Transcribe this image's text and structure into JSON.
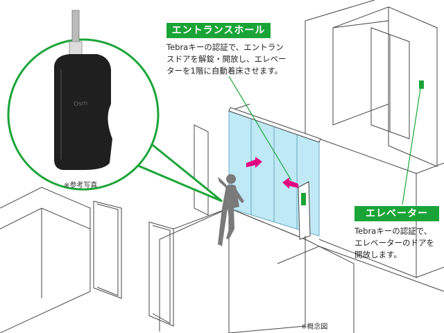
{
  "entrance": {
    "title": "エントランスホール",
    "desc_lines": [
      "Tebraキーの認証で、エントラン",
      "スドアを解錠・開放し、エレベー",
      "ターを1階に自動着床させます。"
    ]
  },
  "elevator": {
    "title": "エレベーター",
    "desc_lines": [
      "Tebraキーの認証で、",
      "エレベーターのドアを",
      "開放します。"
    ]
  },
  "photo": {
    "caption": "※参考写真",
    "key_brand": "Osm"
  },
  "note": "※概念図",
  "colors": {
    "label_green": "#1aa437",
    "glass_cyan": "#bfe9f5",
    "arrow_magenta": "#e4007f",
    "person_gray": "#7a7a7a",
    "leader_green": "#1aa437"
  }
}
